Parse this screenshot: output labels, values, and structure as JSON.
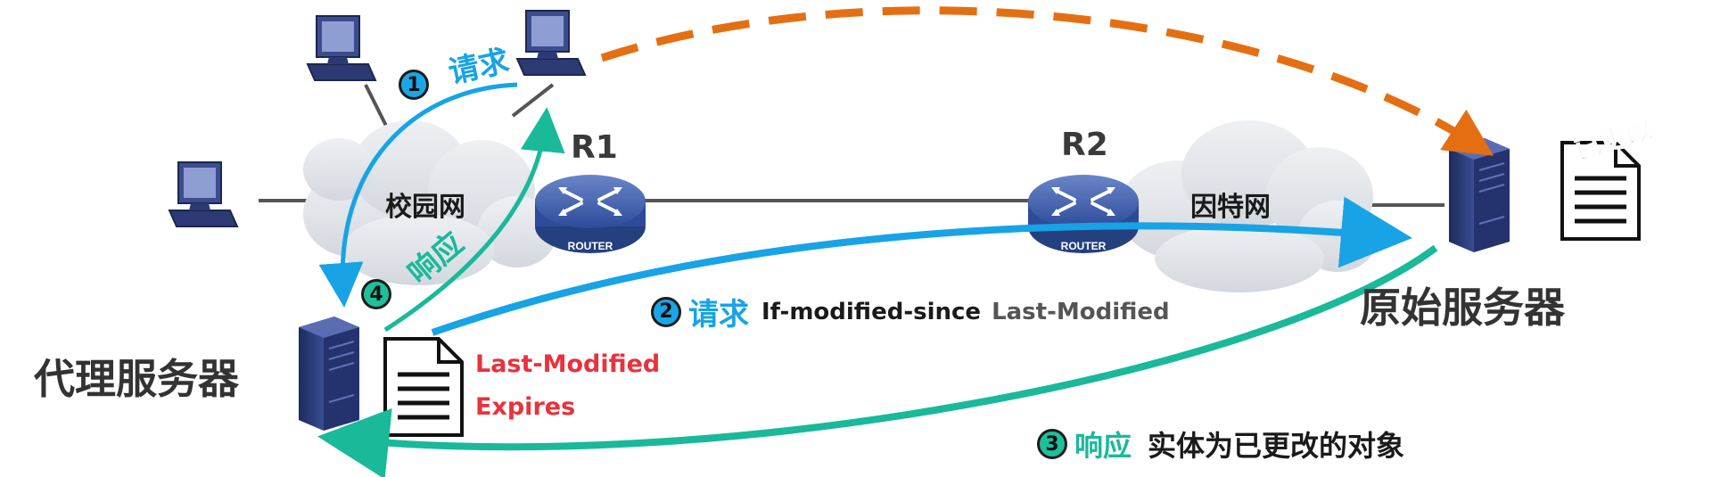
{
  "nodes": {
    "proxy_server": "代理服务器",
    "origin_server": "原始服务器",
    "campus_network": "校园网",
    "internet": "因特网",
    "router1": "R1",
    "router2": "R2",
    "router_badge": "ROUTER"
  },
  "steps": [
    {
      "num": "1",
      "label": "请求"
    },
    {
      "num": "2",
      "label": "请求",
      "detail": "If-modified-since",
      "detail2": "Last-Modified"
    },
    {
      "num": "3",
      "label": "响应",
      "detail": "实体为已更改的对象"
    },
    {
      "num": "4",
      "label": "响应"
    }
  ],
  "proxy_doc": {
    "line1": "Last-Modified",
    "line2": "Expires"
  },
  "origin_doc": {
    "stamp": "已更改"
  },
  "colors": {
    "request": "#17a3e6",
    "response": "#19b99a",
    "update": "#e46f12",
    "highlight": "#e8323c"
  },
  "icons": [
    "computer-icon",
    "router-icon",
    "server-icon",
    "document-icon",
    "cloud-icon"
  ]
}
